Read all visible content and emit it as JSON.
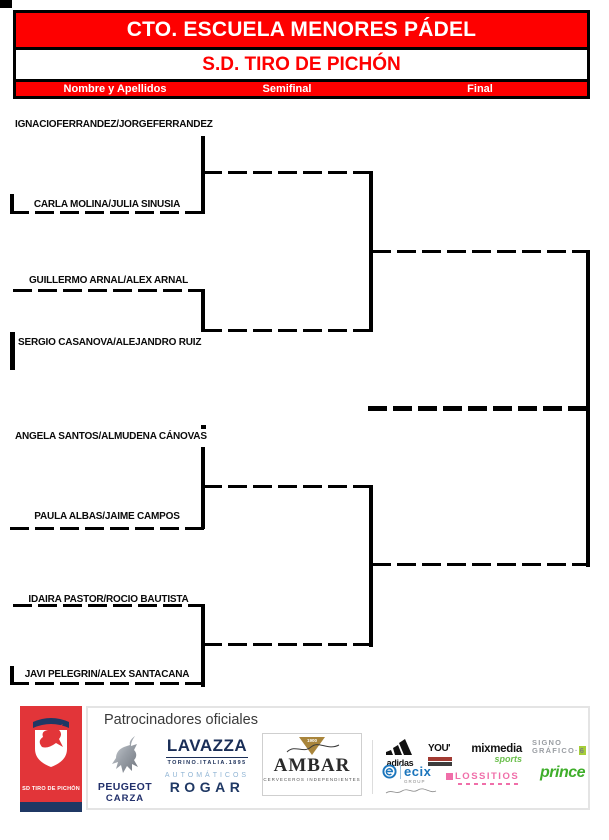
{
  "header": {
    "title": "CTO. ESCUELA MENORES PÁDEL",
    "subtitle": "S.D. TIRO DE PICHÓN",
    "columns": {
      "c1": "Nombre y Apellidos",
      "c2": "Semifinal",
      "c3": "Final"
    }
  },
  "bracket": {
    "teams": [
      "IGNACIOFERRANDEZ/JORGEFERRANDEZ",
      "CARLA MOLINA/JULIA SINUSIA",
      "GUILLERMO ARNAL/ALEX ARNAL",
      "SERGIO CASANOVA/ALEJANDRO RUIZ",
      "ANGELA SANTOS/ALMUDENA CÁNOVAS",
      "PAULA ALBAS/JAIME CAMPOS",
      "IDAIRA PASTOR/ROCIO BAUTISTA",
      "JAVI PELEGRIN/ALEX SANTACANA"
    ]
  },
  "footer": {
    "club_label": "SD TIRO DE PICHÓN",
    "sponsors_title": "Patrocinadores oficiales",
    "sponsors": {
      "peugeot_line1": "PEUGEOT",
      "peugeot_line2": "CARZA",
      "lavazza": "LAVAZZA",
      "lavazza_sub": "TORINO.ITALIA.1895",
      "rogar_line1": "AUTOMÁTICOS",
      "rogar_line2": "ROGAR",
      "ambar_year": "1900",
      "ambar": "AMBAR",
      "ambar_sub": "CERVECEROS INDEPENDIENTES",
      "adidas": "adidas",
      "you": "YOU'",
      "mixmedia": "mixmedia",
      "mixmedia_sub": "sports",
      "signo_line1": "SIGNO",
      "signo_line2": "GRÁFICO·",
      "signo_six": "6",
      "ecix": "ecix",
      "ecix_sub": "GROUP",
      "lossitios": "LOSSITIOS",
      "prince": "prince"
    },
    "colors": {
      "red": "#e23539",
      "navy": "#1f3864",
      "header_red": "#fe0000"
    }
  }
}
